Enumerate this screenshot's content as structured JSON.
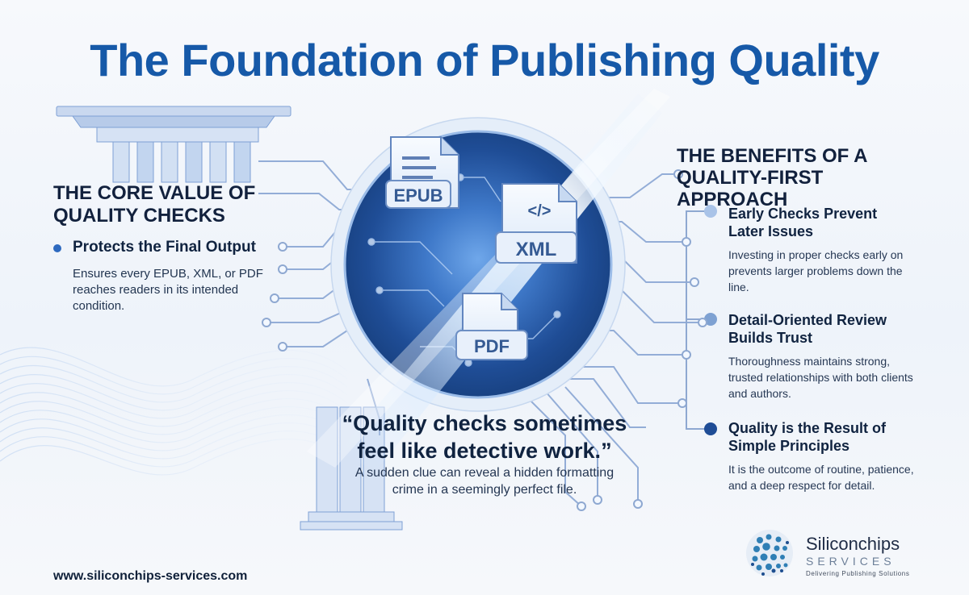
{
  "title": "The Foundation of Publishing Quality",
  "left": {
    "heading": "THE CORE VALUE OF QUALITY CHECKS",
    "item_title": "Protects the Final Output",
    "item_desc": "Ensures every EPUB, XML, or PDF reaches readers in its intended condition."
  },
  "right": {
    "heading": "THE BENEFITS OF A QUALITY-FIRST APPROACH",
    "items": [
      {
        "title": "Early Checks Prevent Later Issues",
        "desc": "Investing in proper checks early on prevents larger problems down the line."
      },
      {
        "title": "Detail-Oriented Review Builds Trust",
        "desc": "Thoroughness maintains strong, trusted relationships with both clients and authors."
      },
      {
        "title": "Quality is the Result of Simple Principles",
        "desc": "It is the outcome of routine, patience, and a deep respect for detail."
      }
    ]
  },
  "center": {
    "doc_labels": [
      "EPUB",
      "XML",
      "PDF"
    ],
    "xml_symbol": "</>",
    "quote": "“Quality checks sometimes feel like detective work.”",
    "quote_sub": "A sudden clue can reveal a hidden formatting crime in a seemingly perfect file."
  },
  "footer": {
    "website": "www.siliconchips-services.com",
    "logo_name": "Siliconchips",
    "logo_services": "SERVICES",
    "logo_tagline": "Delivering Publishing Solutions"
  },
  "colors": {
    "accent": "#1659a8",
    "dark": "#12213d",
    "line": "#9db5d9"
  },
  "icons": [
    "document-icon",
    "code-icon",
    "globe-icon",
    "bullet-dot"
  ]
}
